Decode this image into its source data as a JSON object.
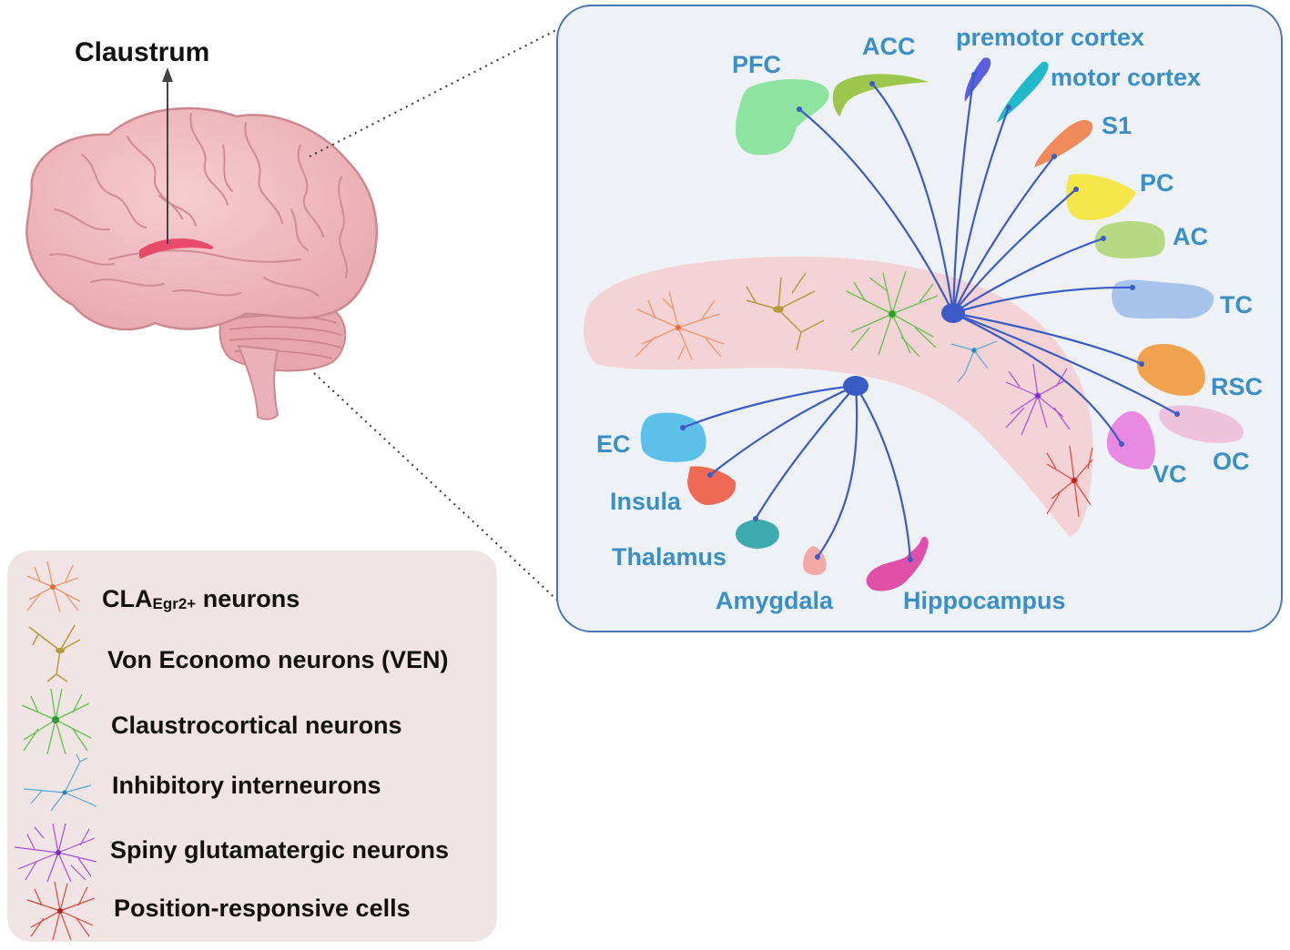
{
  "brain": {
    "label": "Claustrum"
  },
  "projections": {
    "targets": [
      {
        "id": "pfc",
        "label": "PFC",
        "color": "#8fe3a0"
      },
      {
        "id": "acc",
        "label": "ACC",
        "color": "#9cc64c"
      },
      {
        "id": "premotor",
        "label": "premotor cortex",
        "color": "#5b5fe0"
      },
      {
        "id": "motor",
        "label": "motor cortex",
        "color": "#1fb9c9"
      },
      {
        "id": "s1",
        "label": "S1",
        "color": "#f08a5a"
      },
      {
        "id": "pc",
        "label": "PC",
        "color": "#f5e64a"
      },
      {
        "id": "ac",
        "label": "AC",
        "color": "#b7d986"
      },
      {
        "id": "tc",
        "label": "TC",
        "color": "#a9c4ea"
      },
      {
        "id": "rsc",
        "label": "RSC",
        "color": "#f0a24e"
      },
      {
        "id": "oc",
        "label": "OC",
        "color": "#eec2dd"
      },
      {
        "id": "vc",
        "label": "VC",
        "color": "#e98ae2"
      },
      {
        "id": "ec",
        "label": "EC",
        "color": "#5cc0e8"
      },
      {
        "id": "insula",
        "label": "Insula",
        "color": "#ef6a55"
      },
      {
        "id": "thalamus",
        "label": "Thalamus",
        "color": "#3fa9b0"
      },
      {
        "id": "amygdala",
        "label": "Amygdala",
        "color": "#f3aaa6"
      },
      {
        "id": "hippocampus",
        "label": "Hippocampus",
        "color": "#e04fa8"
      }
    ]
  },
  "legend": {
    "items": [
      {
        "id": "cla-egr2",
        "label": "CLA",
        "sub": "Egr2+",
        "suffix": " neurons",
        "color": "#f0946a"
      },
      {
        "id": "ven",
        "label": "Von Economo neurons (VEN)",
        "color": "#b59a3c"
      },
      {
        "id": "claustrocortical",
        "label": "Claustrocortical neurons",
        "color": "#5fc24a"
      },
      {
        "id": "inhibitory",
        "label": "Inhibitory interneurons",
        "color": "#55a9d8"
      },
      {
        "id": "spiny",
        "label": "Spiny glutamatergic neurons",
        "color": "#a64fe0"
      },
      {
        "id": "position",
        "label": "Position-responsive cells",
        "color": "#e0463e"
      }
    ]
  },
  "colors": {
    "label_blue": "#3a8fc7",
    "connection": "#3b5cc4",
    "panel_border": "#4b78b4",
    "panel_bg": "#eef2f7",
    "claustrum_body": "#f4d3d6",
    "claustrum_highlight": "#e84a6a"
  }
}
